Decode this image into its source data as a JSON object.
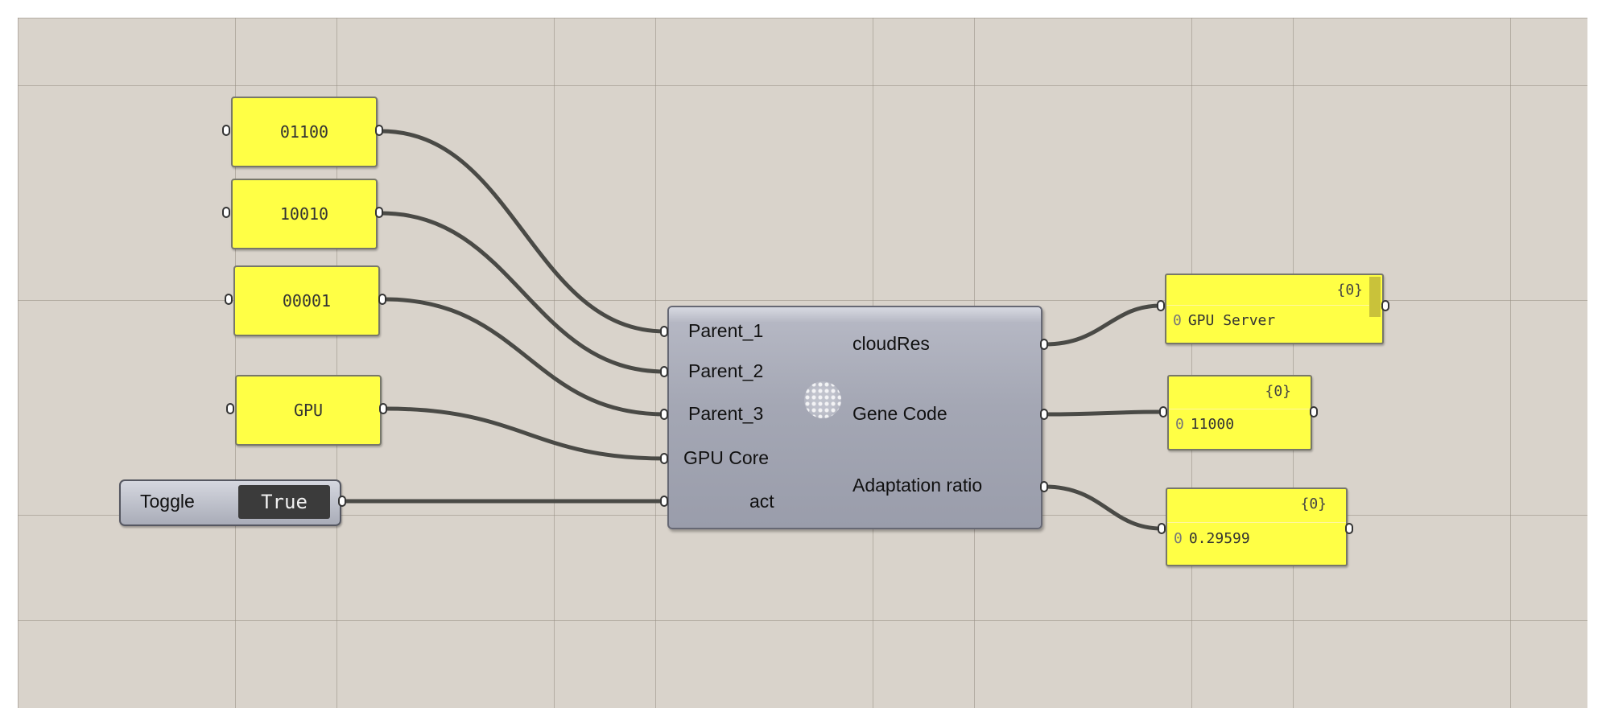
{
  "inputs": [
    {
      "name": "input-panel-1",
      "value": "01100"
    },
    {
      "name": "input-panel-2",
      "value": "10010"
    },
    {
      "name": "input-panel-3",
      "value": "00001"
    },
    {
      "name": "input-panel-gpu",
      "value": "GPU"
    }
  ],
  "toggle": {
    "label": "Toggle",
    "value": "True"
  },
  "component": {
    "inputs": [
      "Parent_1",
      "Parent_2",
      "Parent_3",
      "GPU Core",
      "act"
    ],
    "outputs": [
      "cloudRes",
      "Gene Code",
      "Adaptation ratio"
    ]
  },
  "outputs": [
    {
      "header": "{0}",
      "index": "0",
      "value": "GPU Server"
    },
    {
      "header": "{0}",
      "index": "0",
      "value": "11000"
    },
    {
      "header": "{0}",
      "index": "0",
      "value": "0.29599"
    }
  ],
  "colors": {
    "canvas": "#d9d3cb",
    "panel": "#ffff45",
    "component": "#a4a7b4",
    "wire": "#4a4a46",
    "toggle_value_bg": "#3b3b3b"
  }
}
